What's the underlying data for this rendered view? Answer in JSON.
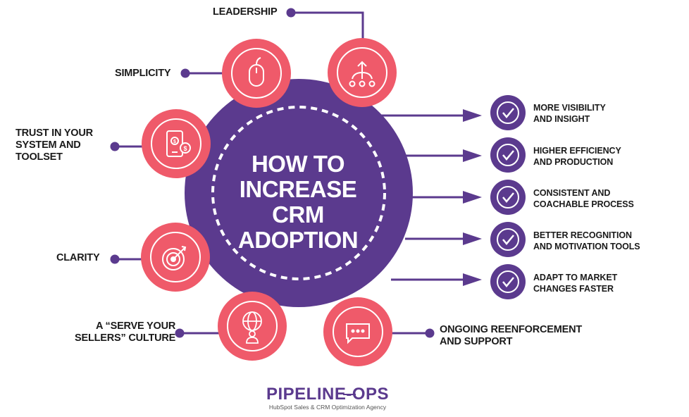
{
  "title": "HOW TO\nINCREASE\nCRM\nADOPTION",
  "factors": [
    {
      "label": "LEADERSHIP",
      "icon": "hierarchy-arrows-icon"
    },
    {
      "label": "SIMPLICITY",
      "icon": "computer-mouse-icon"
    },
    {
      "label": "TRUST IN YOUR\nSYSTEM AND\nTOOLSET",
      "icon": "mobile-payment-icon"
    },
    {
      "label": "CLARITY",
      "icon": "target-arrow-icon"
    },
    {
      "label": "A “SERVE YOUR\nSELLERS” CULTURE",
      "icon": "global-person-icon"
    },
    {
      "label": "ONGOING REENFORCEMENT\nAND SUPPORT",
      "icon": "chat-bubble-icon"
    }
  ],
  "outcomes": [
    {
      "label": "MORE VISIBILITY\nAND INSIGHT"
    },
    {
      "label": "HIGHER EFFICIENCY\nAND PRODUCTION"
    },
    {
      "label": "CONSISTENT AND\nCOACHABLE PROCESS"
    },
    {
      "label": "BETTER RECOGNITION\nAND MOTIVATION TOOLS"
    },
    {
      "label": "ADAPT TO MARKET\nCHANGES FASTER"
    }
  ],
  "brand": {
    "name": "PIPELINE-OPS",
    "tagline": "HubSpot Sales & CRM Optimization Agency"
  },
  "colors": {
    "purple": "#5b3a8e",
    "coral": "#ef5a6a",
    "text": "#1a1a1a",
    "white": "#ffffff"
  }
}
